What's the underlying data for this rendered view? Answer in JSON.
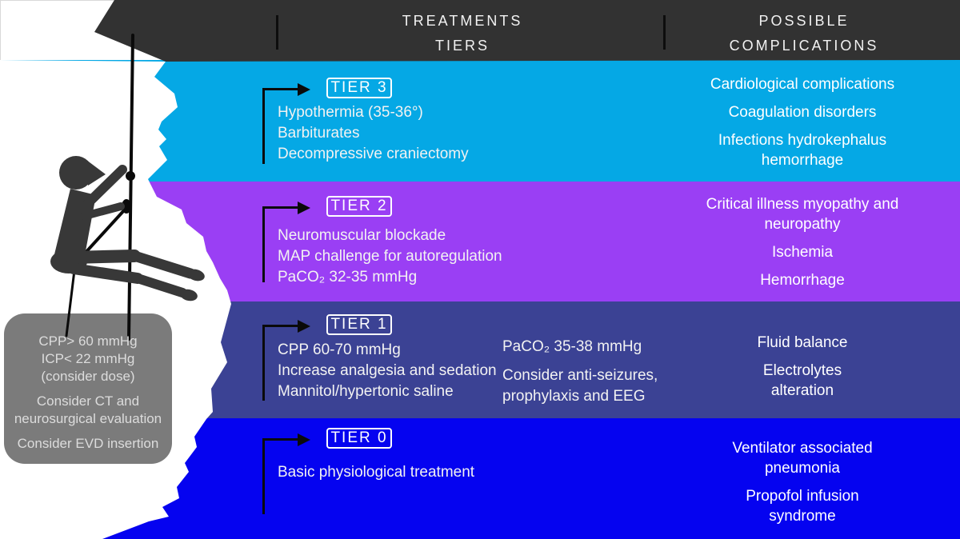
{
  "header": {
    "treatments_line1": "TREATMENTS",
    "treatments_line2": "TIERS",
    "complications_line1": "POSSIBLE",
    "complications_line2": "COMPLICATIONS"
  },
  "note_box": {
    "line1": "CPP> 60 mmHg",
    "line2": "ICP< 22 mmHg",
    "line3": "(consider dose)",
    "para2": "Consider CT and neurosurgical evaluation",
    "para3": "Consider EVD insertion"
  },
  "tiers": [
    {
      "label": "TIER 3",
      "band_color": "#05A8E5",
      "treatments": [
        "Hypothermia (35-36°)",
        "Barbiturates",
        "Decompressive craniectomy"
      ],
      "complications": [
        "Cardiological complications",
        "Coagulation disorders",
        "Infections hydrokephalus hemorrhage"
      ]
    },
    {
      "label": "TIER 2",
      "band_color": "#9A3FF4",
      "treatments": [
        "Neuromuscular blockade",
        "MAP challenge for autoregulation",
        "PaCO₂ 32-35 mmHg"
      ],
      "complications": [
        "Critical illness myopathy and neuropathy",
        "Ischemia",
        "Hemorrhage"
      ]
    },
    {
      "label": "TIER 1",
      "band_color": "#3B4294",
      "treatments": [
        "CPP 60-70 mmHg",
        "Increase analgesia and sedation",
        "Mannitol/hypertonic saline"
      ],
      "treatments_col2": [
        "PaCO₂ 35-38 mmHg",
        "Consider anti-seizures, prophylaxis and EEG"
      ],
      "complications": [
        "Fluid balance",
        "Electrolytes alteration"
      ]
    },
    {
      "label": "TIER 0",
      "band_color": "#0503F0",
      "treatments": [
        "Basic physiological treatment"
      ],
      "complications": [
        "Ventilator associated pneumonia",
        "Propofol infusion syndrome"
      ]
    }
  ],
  "icons": {
    "climber": "climber-silhouette",
    "rope": "climbing-rope",
    "cliff": "cliff-edge"
  },
  "colors": {
    "header_bg": "#323232",
    "note_bg": "#7B7B7B",
    "text": "#FFFFFF"
  }
}
